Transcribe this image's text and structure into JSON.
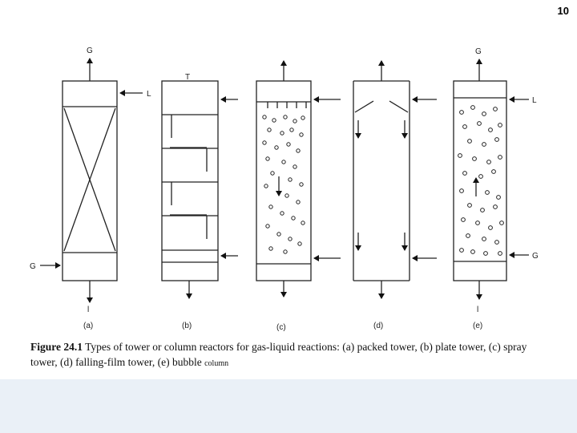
{
  "slide": {
    "page_number": "10"
  },
  "labels": {
    "gas": "G",
    "liquid": "L",
    "liquid_lower": "l",
    "plate_top": "T"
  },
  "panels": [
    {
      "letter": "(a)"
    },
    {
      "letter": "(b)"
    },
    {
      "letter": "(c)"
    },
    {
      "letter": "(d)"
    },
    {
      "letter": "(e)"
    }
  ],
  "caption": {
    "figure_label": "Figure 24.1",
    "text": " Types of tower or column reactors for gas-liquid reactions: (a) packed tower, (b) plate tower, (c) spray tower, (d) falling-film tower, (e) bubble ",
    "last_word": "column"
  },
  "colors": {
    "ink": "#111111",
    "band": "#eaf0f7"
  }
}
